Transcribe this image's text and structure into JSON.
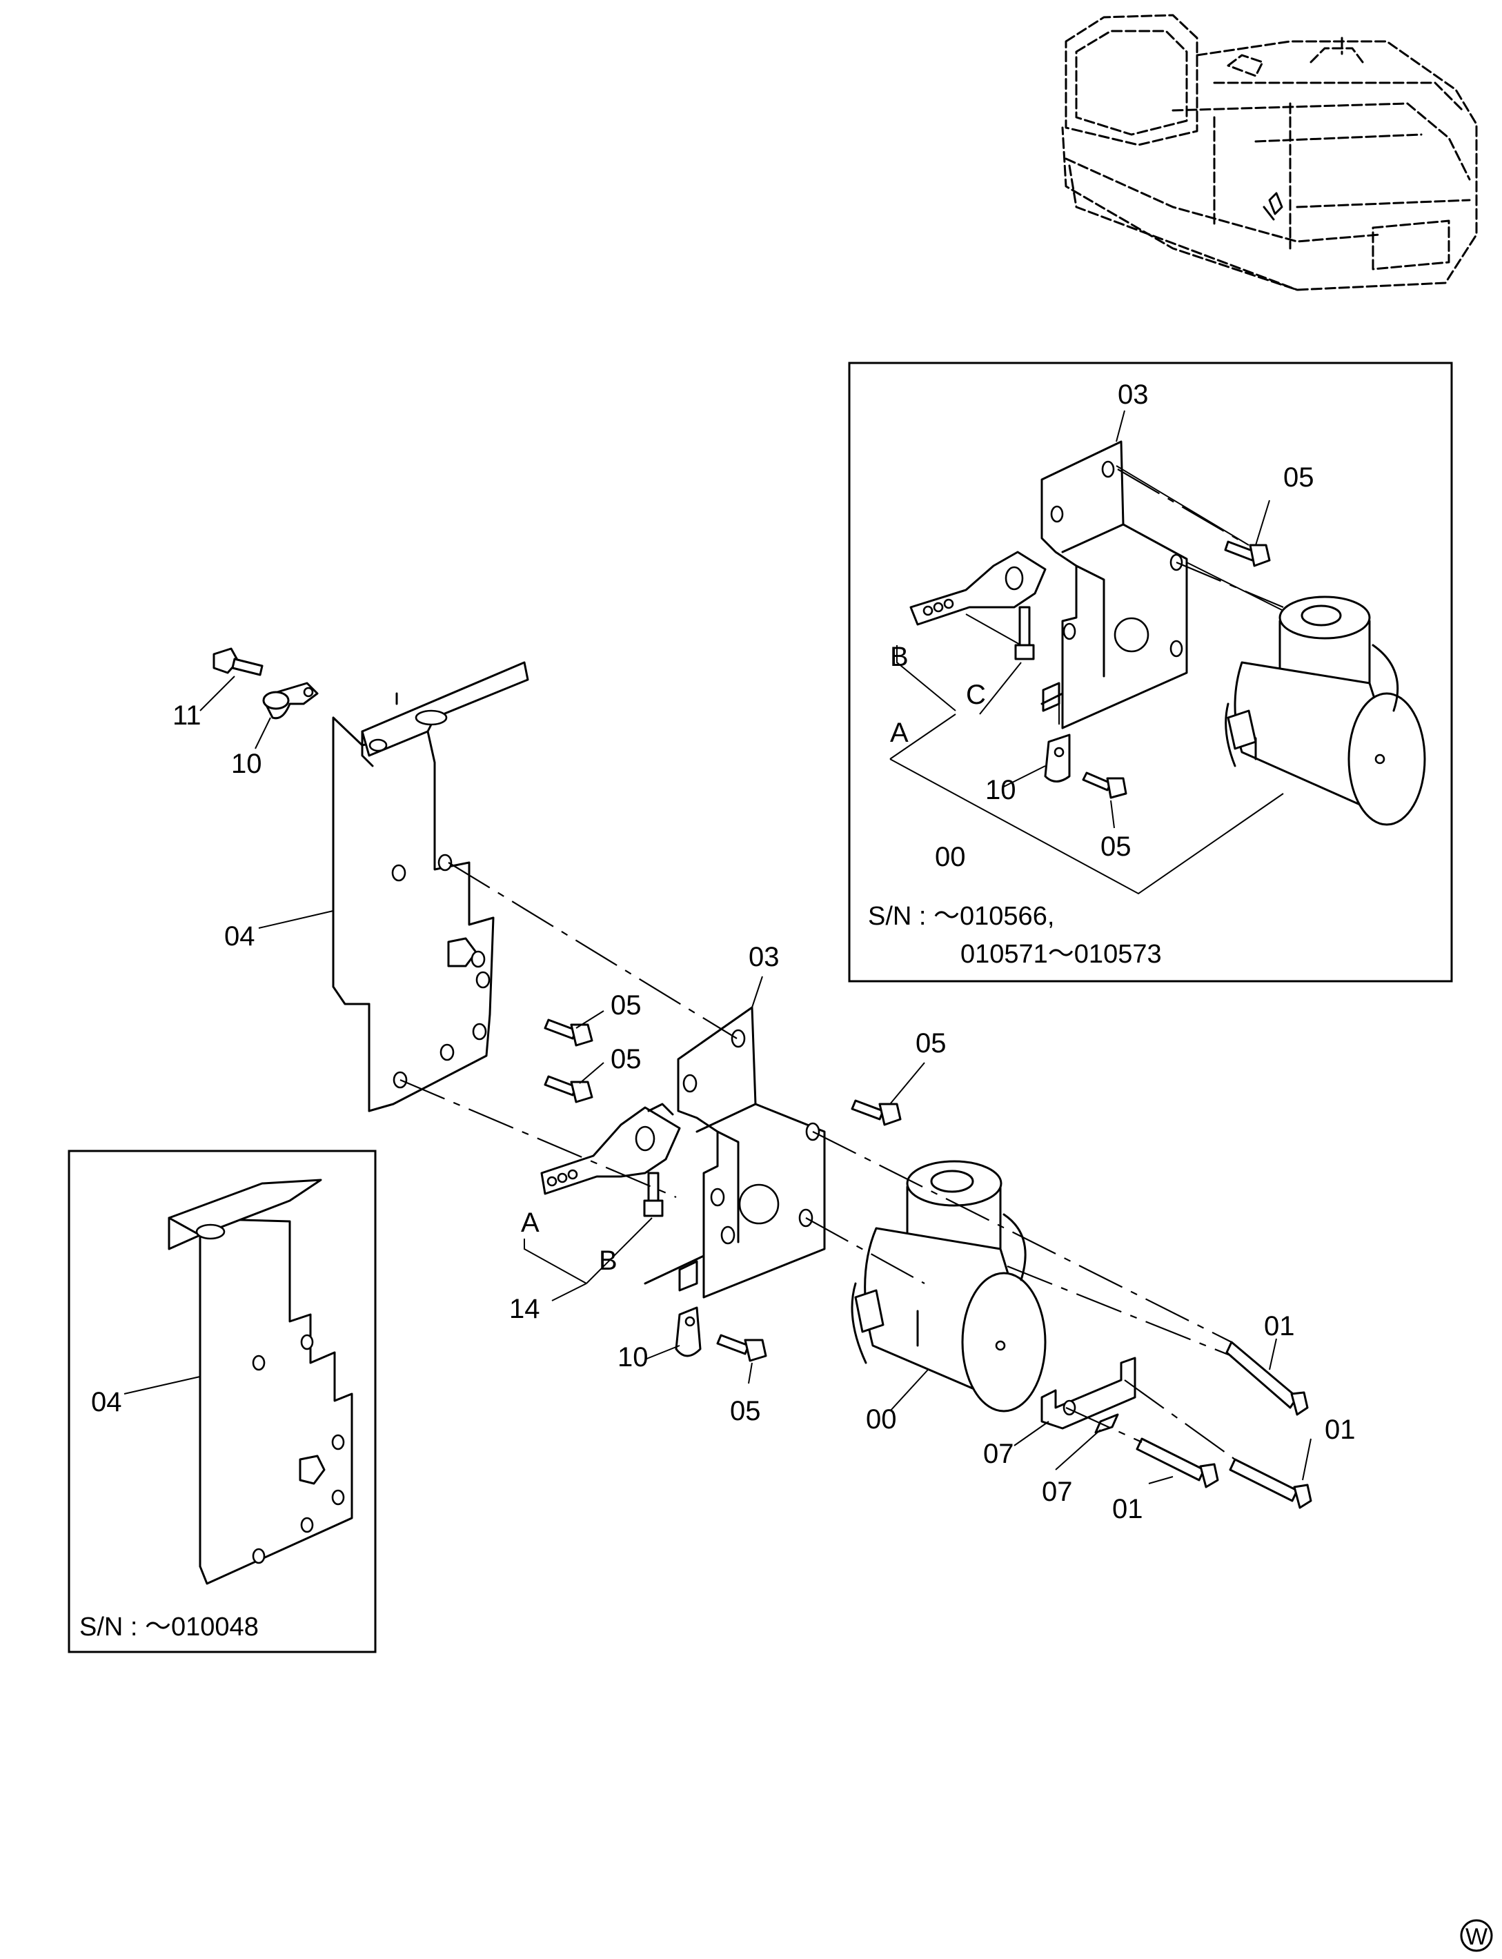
{
  "callouts": {
    "main": {
      "c03": "03",
      "c05a": "05",
      "c05b": "05",
      "c05c": "05",
      "c05d": "05",
      "c04": "04",
      "c10a": "10",
      "c10b": "10",
      "c11": "11",
      "cA": "A",
      "cB": "B",
      "c14": "14",
      "c00": "00",
      "c01a": "01",
      "c01b": "01",
      "c01c": "01",
      "c07a": "07",
      "c07b": "07"
    },
    "inset_right": {
      "c03": "03",
      "c05a": "05",
      "c05b": "05",
      "cB": "B",
      "cC": "C",
      "cA": "A",
      "c10": "10",
      "c00": "00"
    },
    "inset_left": {
      "c04": "04"
    }
  },
  "serial_notes": {
    "inset_right_line1": "S/N :   ～010566,",
    "inset_right_line2": "010571～010573",
    "inset_left": "S/N :   ～010048"
  },
  "corner_mark": "W",
  "icons": {
    "machine_locator": "excavator-locator-icon",
    "corner": "circled-letter-icon"
  }
}
